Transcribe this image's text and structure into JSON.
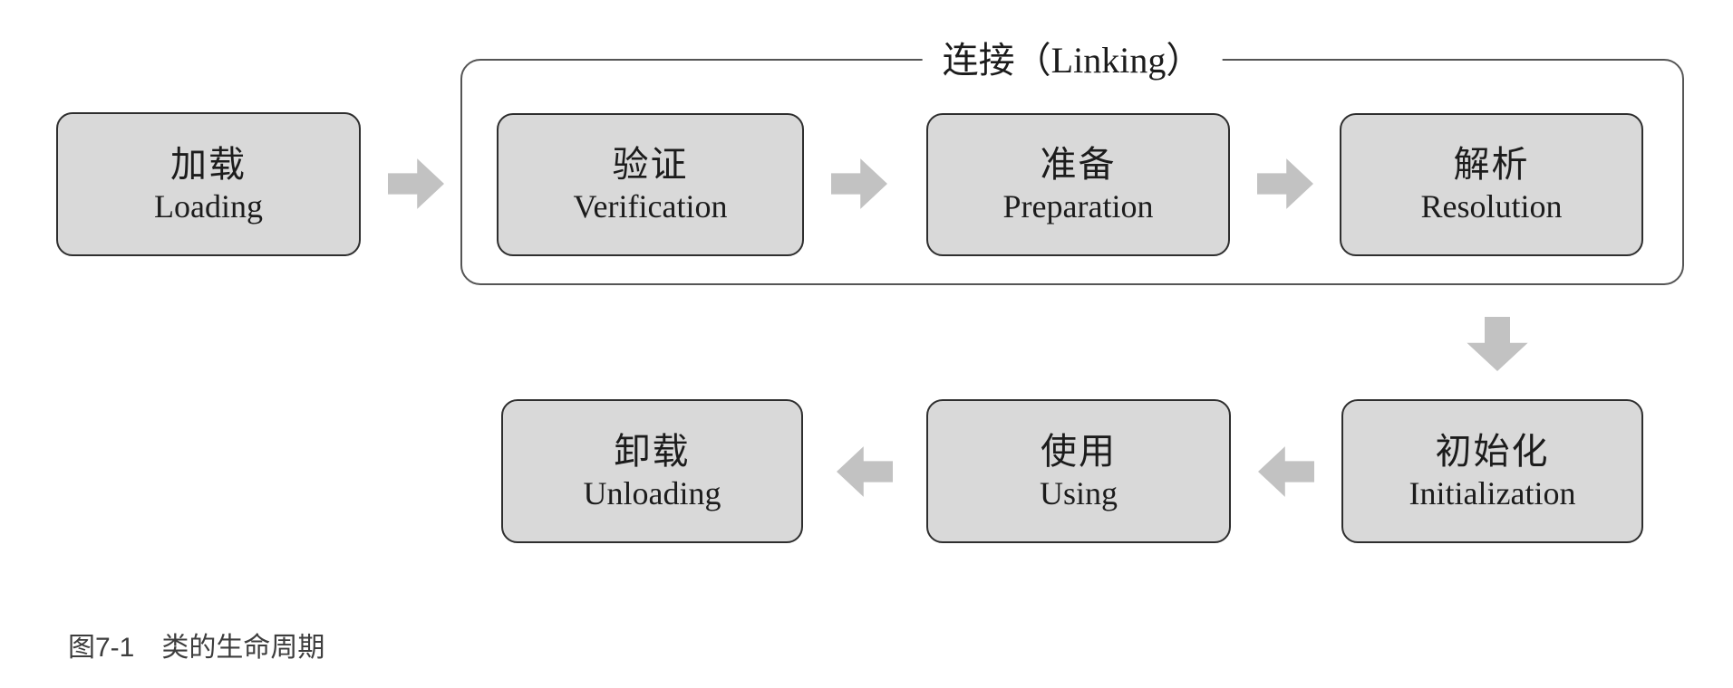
{
  "figure": {
    "caption_label": "图7-1",
    "caption_title": "类的生命周期"
  },
  "linking_group": {
    "label": "连接（Linking）",
    "contains": [
      "验证 Verification",
      "准备 Preparation",
      "解析 Resolution"
    ]
  },
  "stages": [
    {
      "id": "loading",
      "zh": "加载",
      "en": "Loading"
    },
    {
      "id": "verification",
      "zh": "验证",
      "en": "Verification"
    },
    {
      "id": "preparation",
      "zh": "准备",
      "en": "Preparation"
    },
    {
      "id": "resolution",
      "zh": "解析",
      "en": "Resolution"
    },
    {
      "id": "initialization",
      "zh": "初始化",
      "en": "Initialization"
    },
    {
      "id": "using",
      "zh": "使用",
      "en": "Using"
    },
    {
      "id": "unloading",
      "zh": "卸载",
      "en": "Unloading"
    }
  ],
  "flow": [
    {
      "from": "loading",
      "to": "verification",
      "direction": "right"
    },
    {
      "from": "verification",
      "to": "preparation",
      "direction": "right"
    },
    {
      "from": "preparation",
      "to": "resolution",
      "direction": "right"
    },
    {
      "from": "resolution",
      "to": "initialization",
      "direction": "down"
    },
    {
      "from": "initialization",
      "to": "using",
      "direction": "left"
    },
    {
      "from": "using",
      "to": "unloading",
      "direction": "left"
    }
  ],
  "colors": {
    "background": "#ffffff",
    "box_fill": "#d9d9d9",
    "box_border": "#2e2e2e",
    "container_border": "#555555",
    "arrow_fill": "#c2c2c2",
    "diagram_text": "#1c1c1c",
    "caption_text": "#3d3d3d"
  }
}
